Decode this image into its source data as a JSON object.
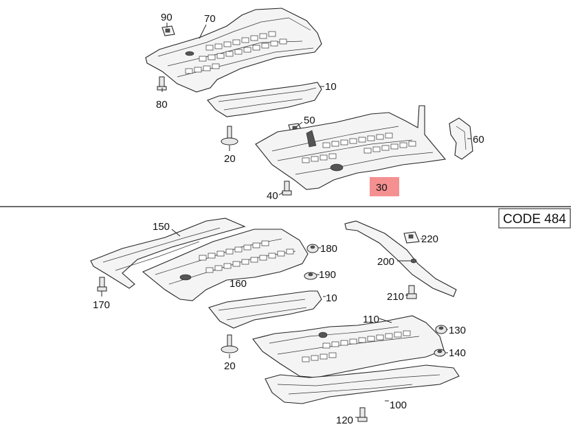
{
  "diagram": {
    "divider_label": "CODE 484",
    "highlight_color": "#f59090",
    "callouts_upper": [
      {
        "id": "90",
        "label": "90"
      },
      {
        "id": "70",
        "label": "70"
      },
      {
        "id": "80",
        "label": "80"
      },
      {
        "id": "10",
        "label": "10"
      },
      {
        "id": "50",
        "label": "50"
      },
      {
        "id": "60",
        "label": "60"
      },
      {
        "id": "20",
        "label": "20"
      },
      {
        "id": "30",
        "label": "30",
        "highlighted": true
      },
      {
        "id": "40",
        "label": "40"
      }
    ],
    "callouts_lower": [
      {
        "id": "150",
        "label": "150"
      },
      {
        "id": "180",
        "label": "180"
      },
      {
        "id": "190",
        "label": "190"
      },
      {
        "id": "160",
        "label": "160"
      },
      {
        "id": "170",
        "label": "170"
      },
      {
        "id": "10b",
        "label": "10"
      },
      {
        "id": "20b",
        "label": "20"
      },
      {
        "id": "220",
        "label": "220"
      },
      {
        "id": "200",
        "label": "200"
      },
      {
        "id": "210",
        "label": "210"
      },
      {
        "id": "110",
        "label": "110"
      },
      {
        "id": "130",
        "label": "130"
      },
      {
        "id": "140",
        "label": "140"
      },
      {
        "id": "100",
        "label": "100"
      },
      {
        "id": "120",
        "label": "120"
      }
    ]
  }
}
